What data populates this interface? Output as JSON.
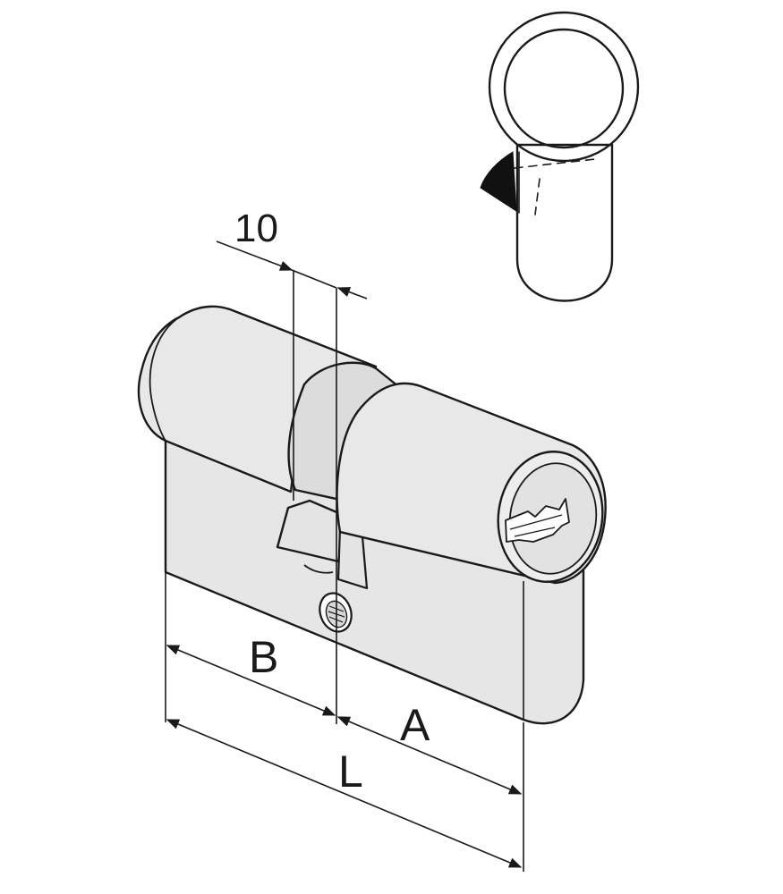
{
  "diagram": {
    "labels": {
      "dim_top": "10",
      "dim_b": "B",
      "dim_a": "A",
      "dim_l": "L"
    },
    "colors": {
      "line": "#1a1a1a",
      "body_fill": "#e4e4e4",
      "shade_fill": "#d6d6d6",
      "background": "#ffffff",
      "cam_fill": "#111111"
    }
  }
}
